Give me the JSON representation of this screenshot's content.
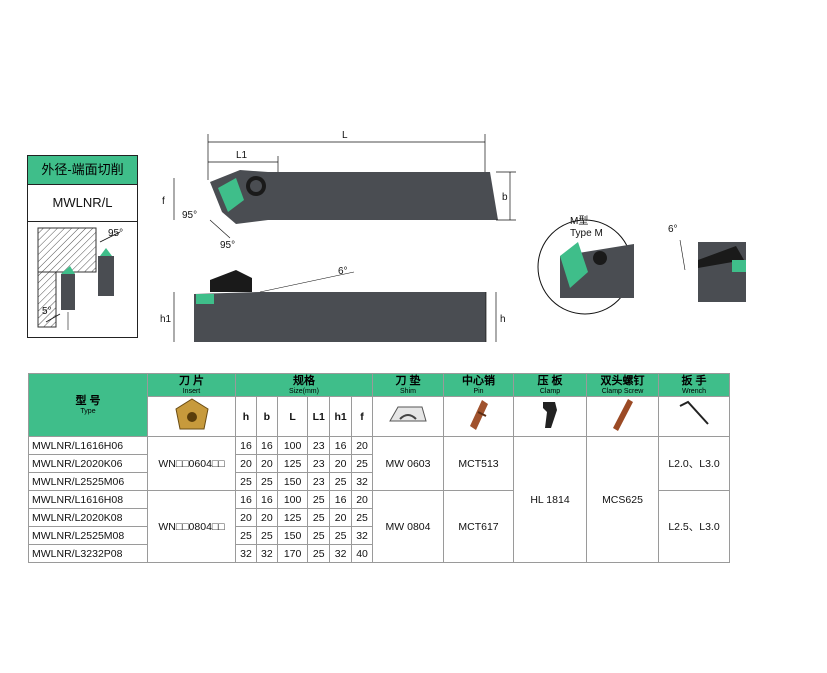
{
  "title": {
    "cn": "外径-端面切削",
    "model": "MWLNR/L"
  },
  "sketch": {
    "angle_top": "95°",
    "angle_bottom": "5°"
  },
  "dims": {
    "L": "L",
    "L1": "L1",
    "b": "b",
    "f": "f",
    "h": "h",
    "h1": "h1",
    "a95_top": "95°",
    "a95_bottom": "95°",
    "a6_shank": "6°",
    "a6_side": "6°",
    "typeM_cn": "M型",
    "typeM_en": "Type M"
  },
  "table": {
    "headers": {
      "type_cn": "型 号",
      "type_en": "Type",
      "insert_cn": "刀 片",
      "insert_en": "Insert",
      "size_cn": "规格",
      "size_en": "Size(mm)",
      "shim_cn": "刀 垫",
      "shim_en": "Shim",
      "pin_cn": "中心销",
      "pin_en": "Pin",
      "clamp_cn": "压 板",
      "clamp_en": "Clamp",
      "screw_cn": "双头螺钉",
      "screw_en": "Clamp Screw",
      "wrench_cn": "扳 手",
      "wrench_en": "Wrench"
    },
    "size_cols": [
      "h",
      "b",
      "L",
      "L1",
      "h1",
      "f"
    ],
    "rows": [
      {
        "model": "MWLNR/L1616H06",
        "h": "16",
        "b": "16",
        "L": "100",
        "L1": "23",
        "h1": "16",
        "f": "20"
      },
      {
        "model": "MWLNR/L2020K06",
        "h": "20",
        "b": "20",
        "L": "125",
        "L1": "23",
        "h1": "20",
        "f": "25"
      },
      {
        "model": "MWLNR/L2525M06",
        "h": "25",
        "b": "25",
        "L": "150",
        "L1": "23",
        "h1": "25",
        "f": "32"
      },
      {
        "model": "MWLNR/L1616H08",
        "h": "16",
        "b": "16",
        "L": "100",
        "L1": "25",
        "h1": "16",
        "f": "20"
      },
      {
        "model": "MWLNR/L2020K08",
        "h": "20",
        "b": "20",
        "L": "125",
        "L1": "25",
        "h1": "20",
        "f": "25"
      },
      {
        "model": "MWLNR/L2525M08",
        "h": "25",
        "b": "25",
        "L": "150",
        "L1": "25",
        "h1": "25",
        "f": "32"
      },
      {
        "model": "MWLNR/L3232P08",
        "h": "32",
        "b": "32",
        "L": "170",
        "L1": "25",
        "h1": "32",
        "f": "40"
      }
    ],
    "groups": {
      "insert_06": "WN□□0604□□",
      "insert_08": "WN□□0804□□",
      "shim_06": "MW 0603",
      "shim_08": "MW 0804",
      "pin_06": "MCT513",
      "pin_08": "MCT617",
      "clamp": "HL 1814",
      "screw": "MCS625",
      "wrench_06": "L2.0、L3.0",
      "wrench_08": "L2.5、L3.0"
    }
  },
  "colors": {
    "accent": "#3fbe8a",
    "steel": "#4a4d52",
    "insert": "#c79a3c"
  }
}
